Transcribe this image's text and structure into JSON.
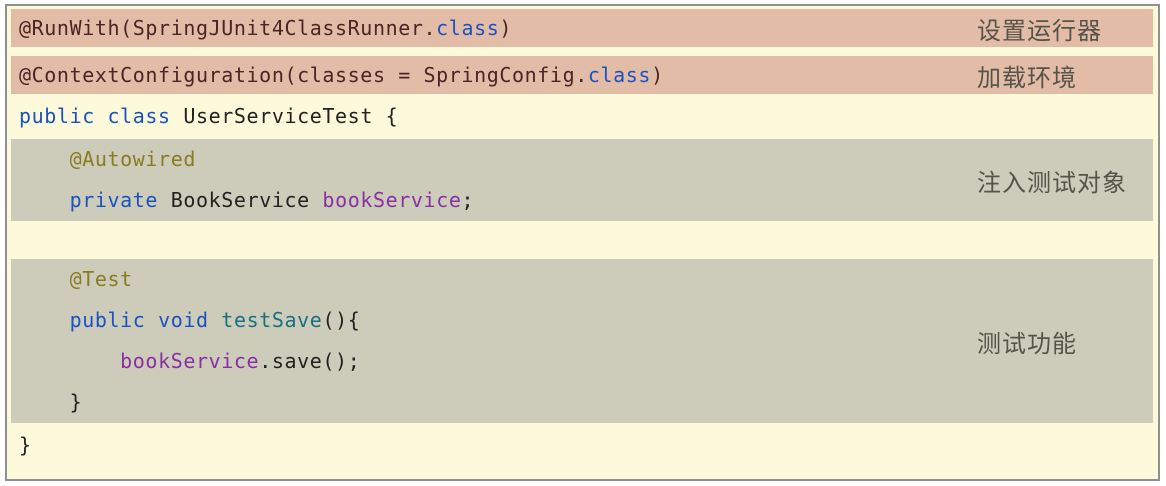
{
  "colors": {
    "page_bg": "#ffffff",
    "panel_bg": "#fcfadb",
    "panel_border": "#909090",
    "highlight_salmon": "#e3bca7",
    "highlight_gray": "#cdccba",
    "code_maroon": "#4b2426",
    "code_blue": "#1c52c0",
    "code_black": "#222222",
    "code_olive": "#897b20",
    "code_purple": "#8a2fa5",
    "code_teal": "#19707f",
    "label_dark": "#55534a"
  },
  "blocks": [
    {
      "kind": "line",
      "bg": "salmon",
      "label": "设置运行器",
      "code": [
        [
          {
            "t": "@RunWith(SpringJUnit4ClassRunner.",
            "c": "maroon"
          },
          {
            "t": "class",
            "c": "blue"
          },
          {
            "t": ")",
            "c": "maroon"
          }
        ]
      ]
    },
    {
      "kind": "line",
      "bg": "salmon",
      "label": "加载环境",
      "code": [
        [
          {
            "t": "@ContextConfiguration(classes = SpringConfig.",
            "c": "maroon"
          },
          {
            "t": "class",
            "c": "blue"
          },
          {
            "t": ")",
            "c": "maroon"
          }
        ]
      ]
    },
    {
      "kind": "line",
      "bg": "none",
      "label": "",
      "code": [
        [
          {
            "t": "public class",
            "c": "blue"
          },
          {
            "t": " UserServiceTest {",
            "c": "black"
          }
        ]
      ]
    },
    {
      "kind": "block",
      "bg": "gray",
      "label": "注入测试对象",
      "code": [
        [
          {
            "t": "    @Autowired",
            "c": "olive"
          }
        ],
        [
          {
            "t": "    ",
            "c": "black"
          },
          {
            "t": "private",
            "c": "blue"
          },
          {
            "t": " BookService ",
            "c": "black"
          },
          {
            "t": "bookService",
            "c": "purple"
          },
          {
            "t": ";",
            "c": "black"
          }
        ]
      ]
    },
    {
      "kind": "spacer",
      "bg": "none",
      "label": "",
      "code": []
    },
    {
      "kind": "block",
      "bg": "gray",
      "label": "测试功能",
      "code": [
        [
          {
            "t": "    @Test",
            "c": "olive"
          }
        ],
        [
          {
            "t": "    ",
            "c": "black"
          },
          {
            "t": "public void",
            "c": "blue"
          },
          {
            "t": " ",
            "c": "black"
          },
          {
            "t": "testSave",
            "c": "teal"
          },
          {
            "t": "(){",
            "c": "black"
          }
        ],
        [
          {
            "t": "        ",
            "c": "black"
          },
          {
            "t": "bookService",
            "c": "purple"
          },
          {
            "t": ".save();",
            "c": "black"
          }
        ],
        [
          {
            "t": "    }",
            "c": "black"
          }
        ]
      ]
    },
    {
      "kind": "line",
      "bg": "none",
      "label": "",
      "code": [
        [
          {
            "t": "}",
            "c": "black"
          }
        ]
      ]
    }
  ]
}
